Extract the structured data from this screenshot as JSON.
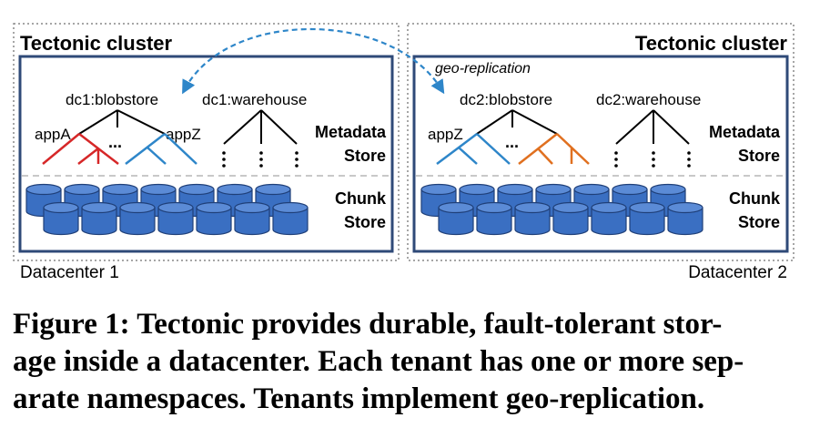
{
  "datacenters": [
    {
      "cluster_title": "Tectonic cluster",
      "datacenter_label": "Datacenter 1",
      "blobstore": "dc1:blobstore",
      "warehouse": "dc1:warehouse",
      "app_left": "appA",
      "app_right": "appZ",
      "ellipsis": "...",
      "metadata_label": [
        "Metadata",
        "Store"
      ],
      "chunk_label": [
        "Chunk",
        "Store"
      ]
    },
    {
      "cluster_title": "Tectonic cluster",
      "datacenter_label": "Datacenter 2",
      "blobstore": "dc2:blobstore",
      "warehouse": "dc2:warehouse",
      "app_left": "appZ",
      "ellipsis": "...",
      "metadata_label": [
        "Metadata",
        "Store"
      ],
      "chunk_label": [
        "Chunk",
        "Store"
      ]
    }
  ],
  "geo_replication_label": "geo-replication",
  "caption": [
    "Figure 1: Tectonic provides durable, fault-tolerant stor-",
    "age inside a datacenter. Each tenant has one or more sep-",
    "arate namespaces. Tenants implement geo-replication."
  ],
  "colors": {
    "frame": "#2f4a78",
    "dotted_border": "#888888",
    "appA_tree": "#d62728",
    "appZ_tree": "#2e86c9",
    "orange_tree": "#e07020",
    "disk_fill": "#3a6fc2",
    "disk_top": "#5b8bd6",
    "disk_stroke": "#1f3f78",
    "dashed_separator": "#c8c8c8",
    "arrow": "#2e86c9"
  }
}
